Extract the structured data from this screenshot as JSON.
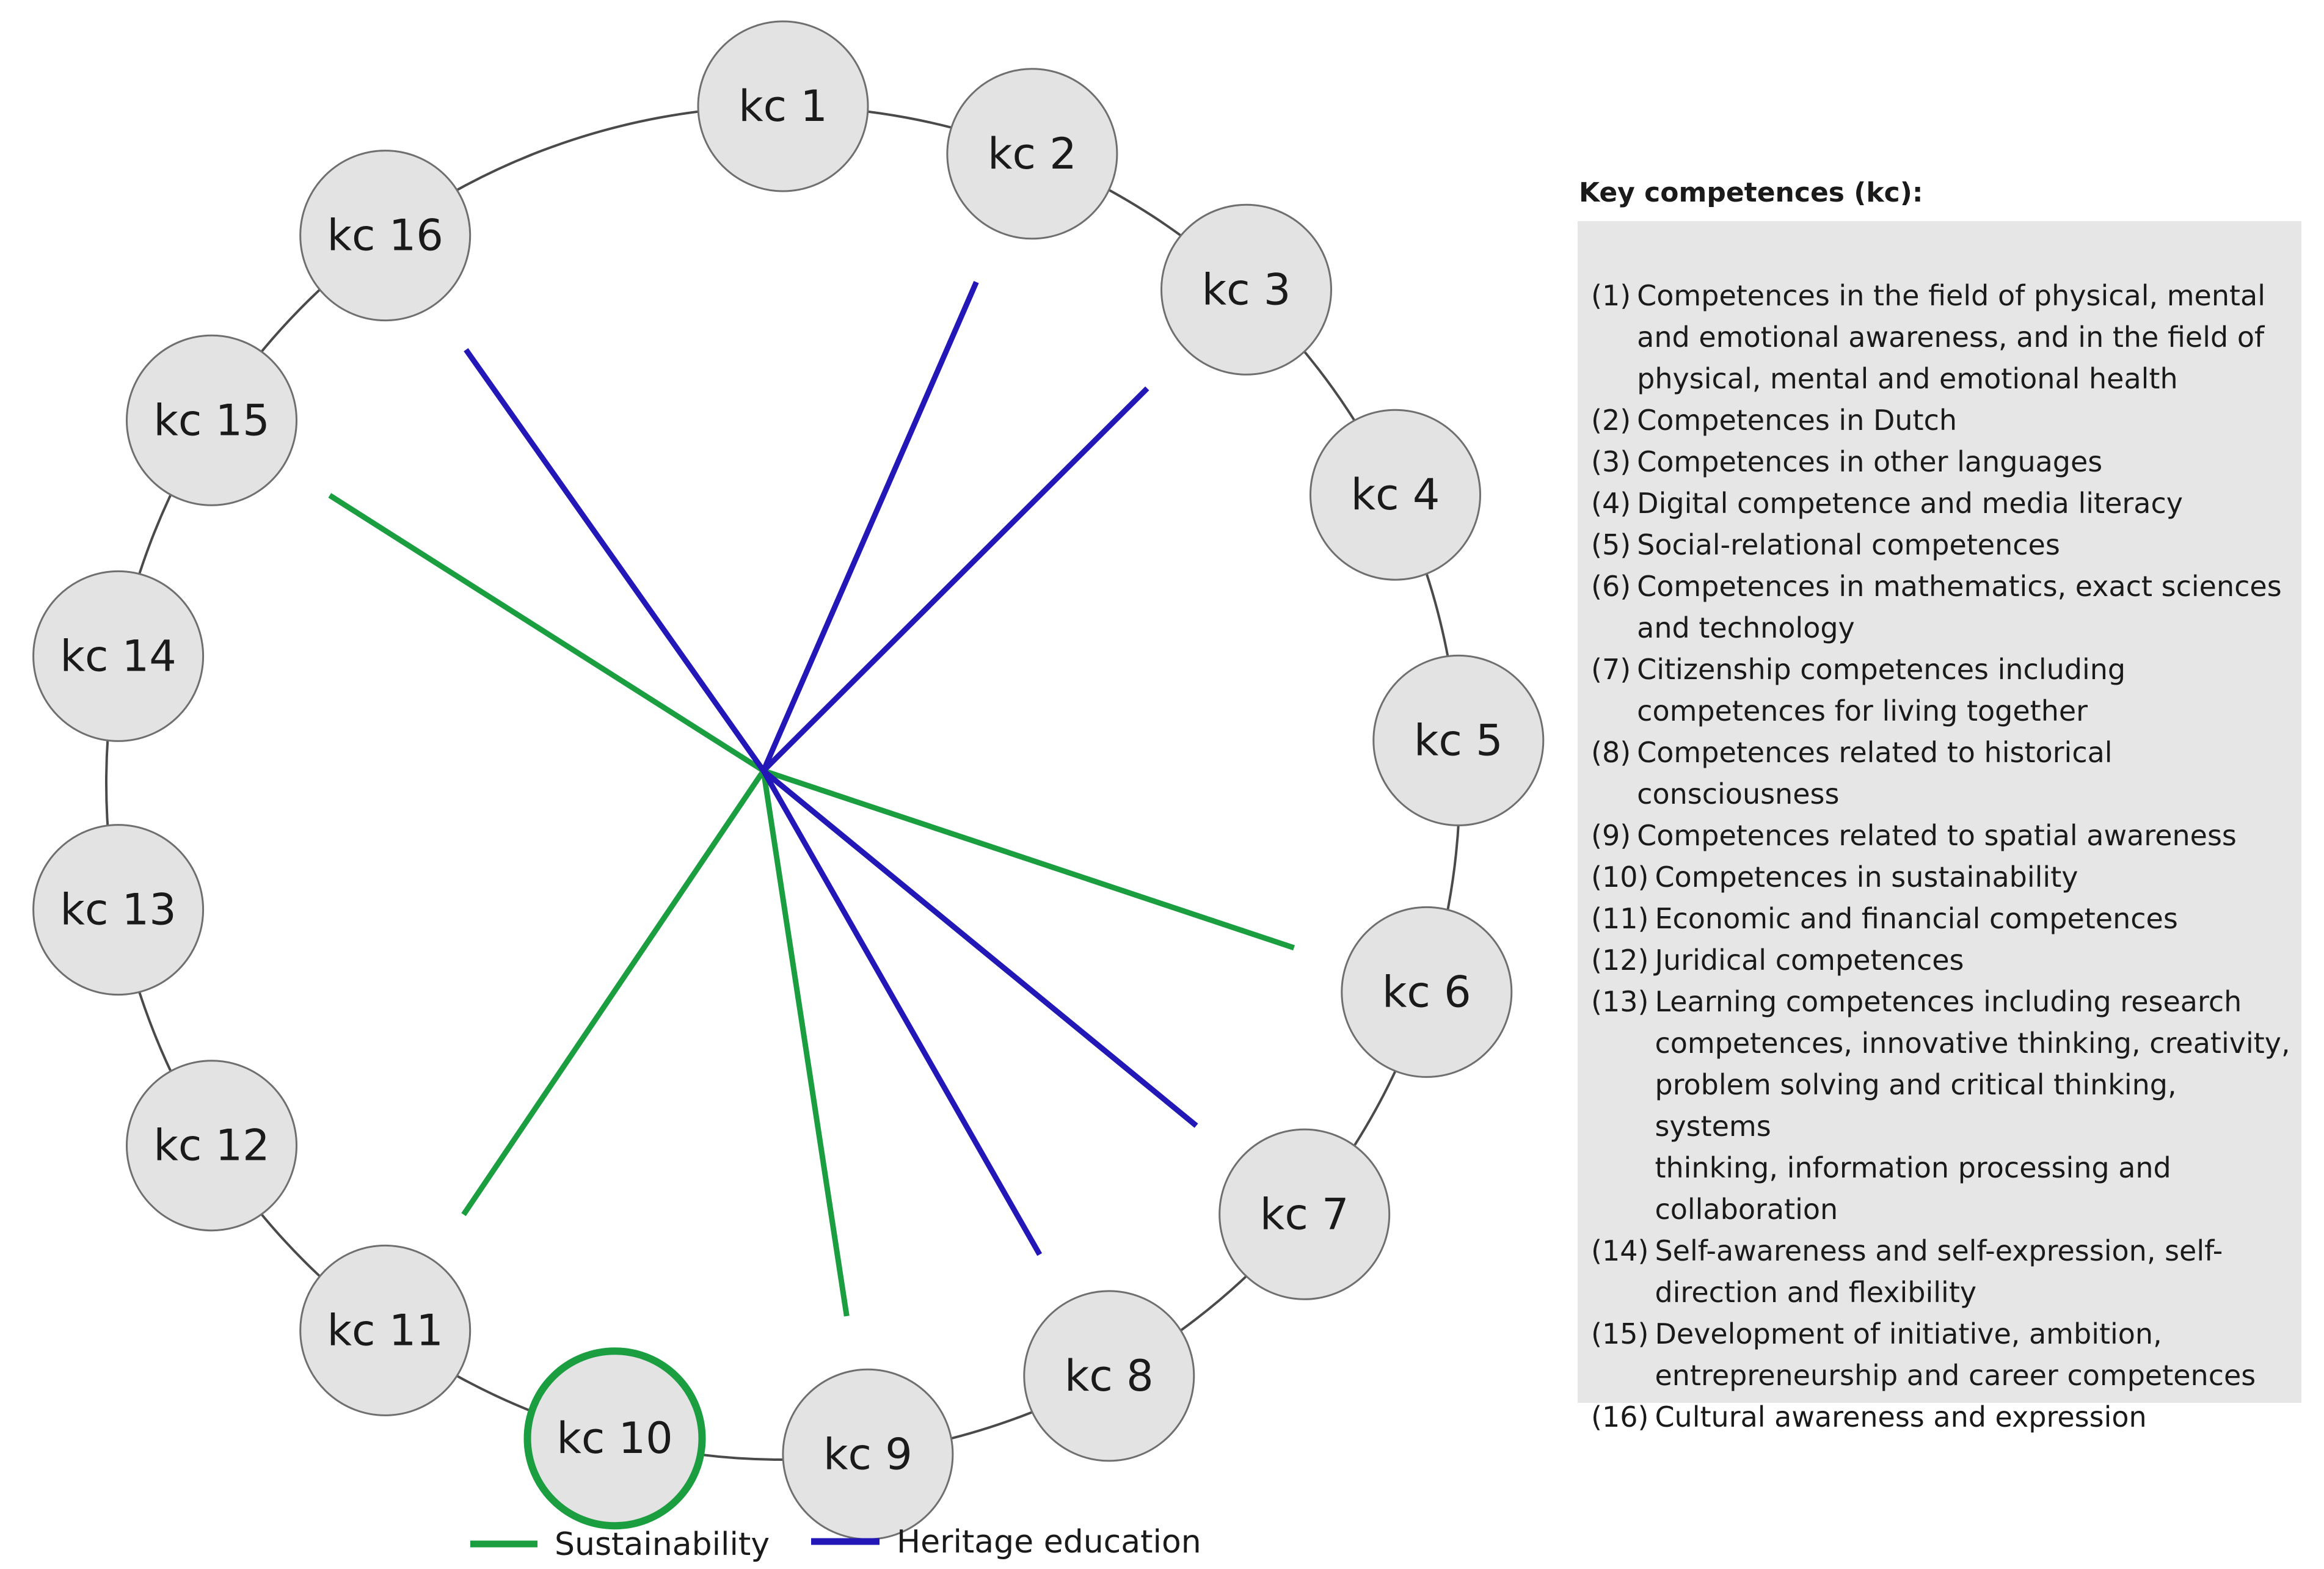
{
  "diagram": {
    "nodes": [
      {
        "label": "kc 1",
        "highlight": false
      },
      {
        "label": "kc 2",
        "highlight": false
      },
      {
        "label": "kc 3",
        "highlight": false
      },
      {
        "label": "kc 4",
        "highlight": false
      },
      {
        "label": "kc 5",
        "highlight": false
      },
      {
        "label": "kc 6",
        "highlight": false
      },
      {
        "label": "kc 7",
        "highlight": false
      },
      {
        "label": "kc 8",
        "highlight": false
      },
      {
        "label": "kc 9",
        "highlight": false
      },
      {
        "label": "kc 10",
        "highlight": true
      },
      {
        "label": "kc 11",
        "highlight": false
      },
      {
        "label": "kc 12",
        "highlight": false
      },
      {
        "label": "kc 13",
        "highlight": false
      },
      {
        "label": "kc 14",
        "highlight": false
      },
      {
        "label": "kc 15",
        "highlight": false
      },
      {
        "label": "kc 16",
        "highlight": false
      }
    ],
    "links": [
      {
        "target": "kc 15",
        "series": "Sustainability"
      },
      {
        "target": "kc 6",
        "series": "Sustainability"
      },
      {
        "target": "kc 7",
        "series": "Sustainability"
      },
      {
        "target": "kc 9",
        "series": "Sustainability"
      },
      {
        "target": "kc 11",
        "series": "Sustainability"
      },
      {
        "target": "kc 16",
        "series": "Heritage education"
      },
      {
        "target": "kc 2",
        "series": "Heritage education"
      },
      {
        "target": "kc 3",
        "series": "Heritage education"
      },
      {
        "target": "kc 7",
        "series": "Heritage education"
      },
      {
        "target": "kc 8",
        "series": "Heritage education"
      }
    ],
    "legend": [
      {
        "label": "Sustainability",
        "color": "#1a9e40"
      },
      {
        "label": "Heritage education",
        "color": "#2317b8"
      }
    ],
    "colors": {
      "node_fill": "#e3e3e3",
      "node_stroke": "#6f6f6f",
      "ring": "#4a4a4a",
      "highlight_ring": "#1a9e40"
    }
  },
  "key": {
    "title": "Key competences (kc):",
    "items": [
      {
        "num": "(1)",
        "text": "Competences in the field of physical, mental\nand emotional awareness, and in the field of\nphysical, mental and emotional health"
      },
      {
        "num": "(2)",
        "text": "Competences in Dutch"
      },
      {
        "num": "(3)",
        "text": "Competences in other languages"
      },
      {
        "num": "(4)",
        "text": "Digital competence and media literacy"
      },
      {
        "num": "(5)",
        "text": "Social-relational competences"
      },
      {
        "num": "(6)",
        "text": "Competences in mathematics, exact sciences\nand technology"
      },
      {
        "num": "(7)",
        "text": "Citizenship competences including\ncompetences for living together"
      },
      {
        "num": "(8)",
        "text": "Competences related to historical consciousness"
      },
      {
        "num": "(9)",
        "text": "Competences related to spatial awareness"
      },
      {
        "num": "(10)",
        "text": "Competences in sustainability"
      },
      {
        "num": "(11)",
        "text": "Economic and financial competences"
      },
      {
        "num": "(12)",
        "text": "Juridical competences"
      },
      {
        "num": "(13)",
        "text": "Learning competences including research\ncompetences, innovative thinking, creativity,\nproblem solving and critical thinking, systems\nthinking, information processing and\ncollaboration"
      },
      {
        "num": "(14)",
        "text": "Self-awareness and self-expression, self-\ndirection and flexibility"
      },
      {
        "num": "(15)",
        "text": "Development of initiative, ambition,\nentrepreneurship and career competences"
      },
      {
        "num": "(16)",
        "text": "Cultural awareness and expression"
      }
    ]
  }
}
